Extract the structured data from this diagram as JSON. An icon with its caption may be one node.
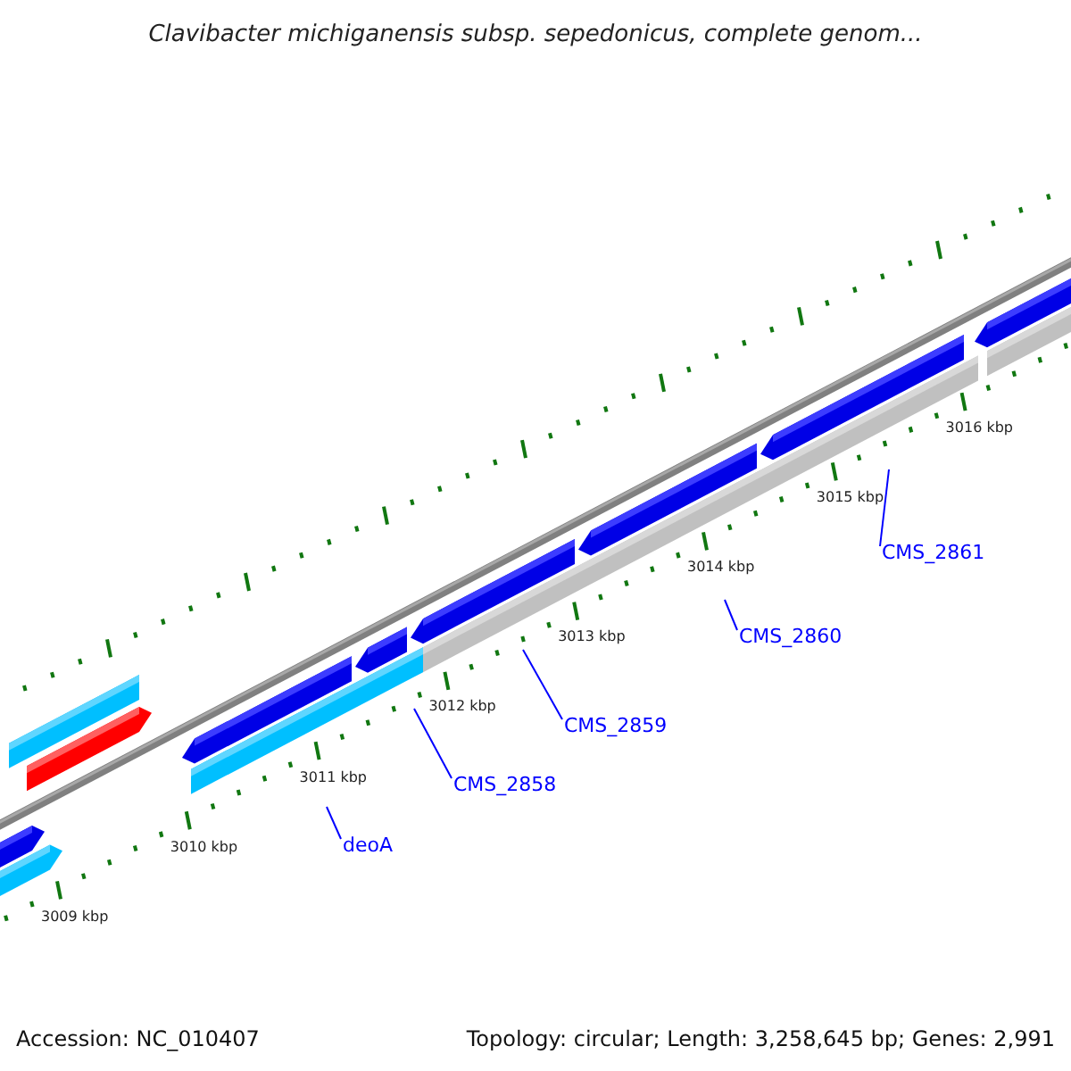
{
  "diagram": {
    "title": "Clavibacter michiganensis subsp. sepedonicus, complete genom...",
    "nodes": [
      {
        "text": [
          "deoA"
        ]
      },
      {
        "text": [
          "CMS_2858"
        ]
      },
      {
        "text": [
          "CMS_2859"
        ]
      },
      {
        "text": [
          "CMS_2860"
        ]
      },
      {
        "text": [
          "CMS_2861"
        ]
      }
    ],
    "edges": [
      {
        "from": 0,
        "to": null,
        "arrow": "none"
      },
      {
        "from": 1,
        "to": null,
        "arrow": "none"
      },
      {
        "from": 2,
        "to": null,
        "arrow": "none"
      },
      {
        "from": 3,
        "to": null,
        "arrow": "none"
      },
      {
        "from": 4,
        "to": null,
        "arrow": "none"
      }
    ],
    "labels": [
      "3016 kbp",
      "3015 kbp",
      "3014 kbp",
      "3013 kbp",
      "3012 kbp",
      "3011 kbp",
      "3010 kbp",
      "3009 kbp",
      "Accession: NC_010407",
      "Topology: circular; Length: 3,258,645 bp; Genes: 2,991"
    ]
  }
}
